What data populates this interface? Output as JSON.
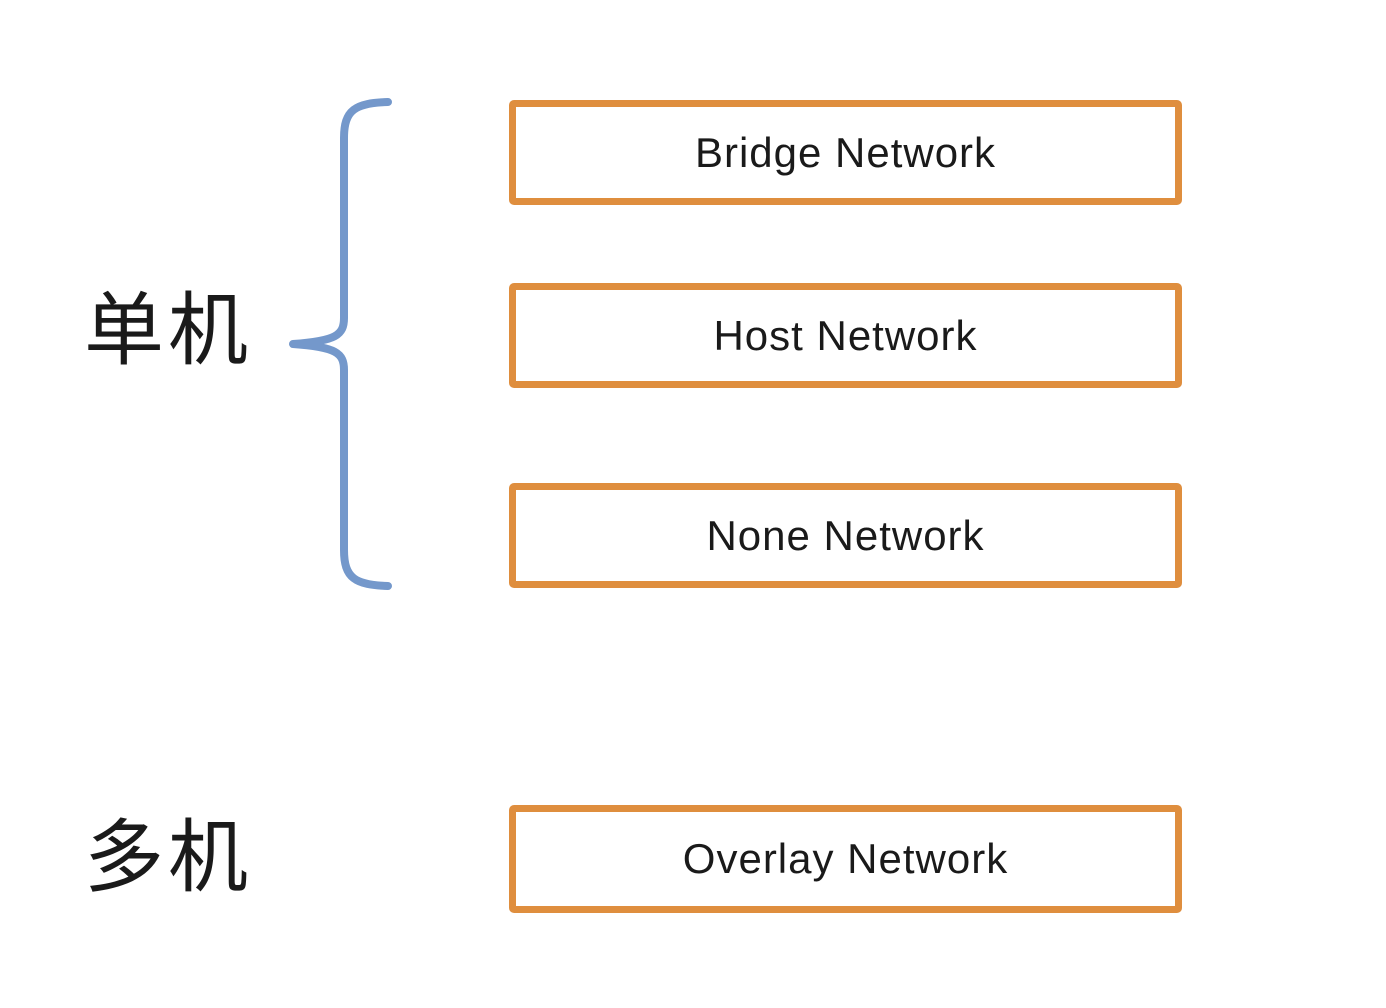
{
  "diagram": {
    "groups": [
      {
        "label": "单机",
        "items": [
          {
            "label": "Bridge Network"
          },
          {
            "label": "Host Network"
          },
          {
            "label": "None Network"
          }
        ]
      },
      {
        "label": "多机",
        "items": [
          {
            "label": "Overlay Network"
          }
        ]
      }
    ],
    "icons": {
      "brace": "left-curly-brace"
    },
    "colors": {
      "box_border": "#DF8E3E",
      "brace": "#7498CB",
      "text": "#1A1A1A",
      "background": "#FFFFFF"
    }
  }
}
